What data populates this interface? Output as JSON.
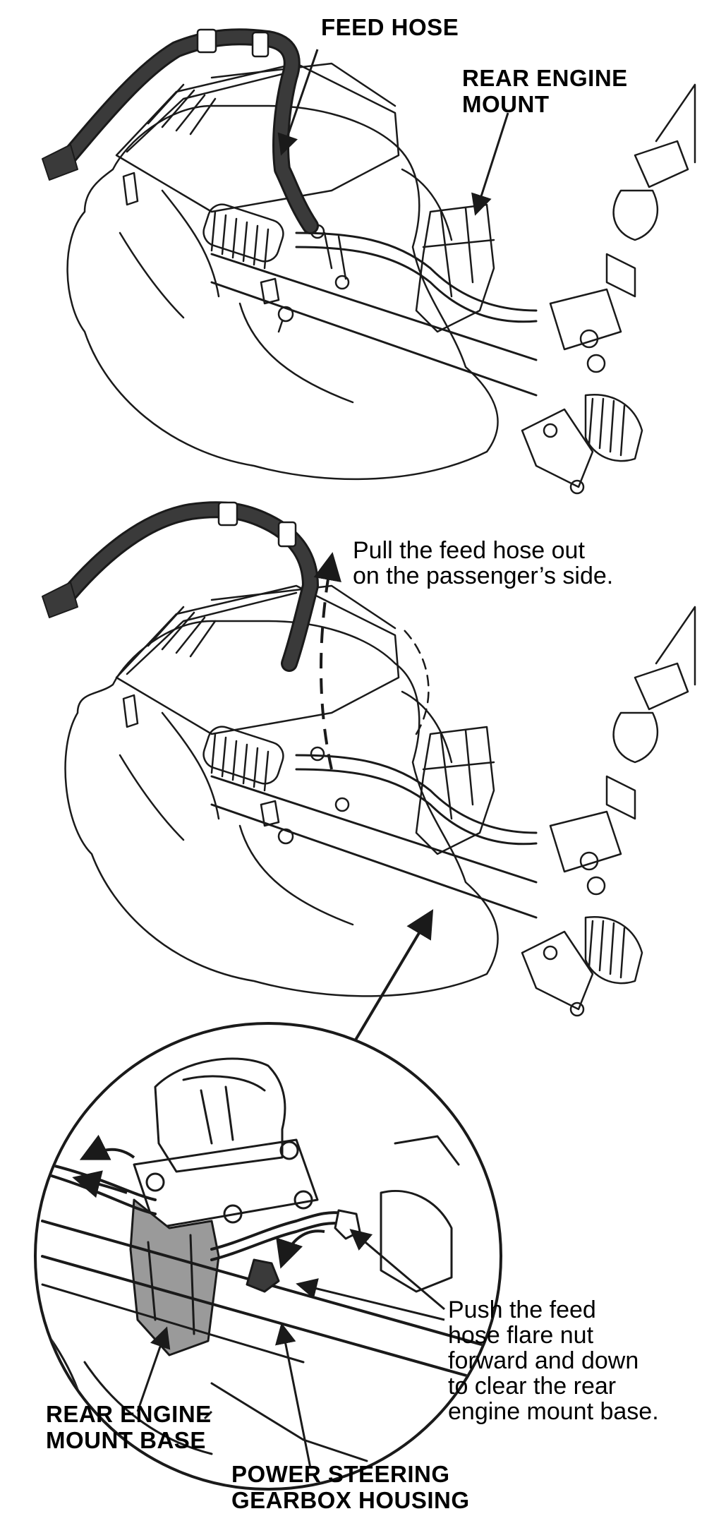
{
  "panel_top": {
    "labels": {
      "feed_hose": "FEED HOSE",
      "rear_engine_mount_line1": "REAR ENGINE",
      "rear_engine_mount_line2": "MOUNT"
    }
  },
  "panel_middle": {
    "instruction_line1": "Pull the feed hose out",
    "instruction_line2": "on the passenger’s side."
  },
  "panel_detail": {
    "instruction_line1": "Push the feed",
    "instruction_line2": "hose flare nut",
    "instruction_line3": "forward and down",
    "instruction_line4": "to clear the rear",
    "instruction_line5": "engine mount base.",
    "label_mount_base_line1": "REAR ENGINE",
    "label_mount_base_line2": "MOUNT BASE",
    "label_gearbox_line1": "POWER STEERING",
    "label_gearbox_line2": "GEARBOX HOUSING"
  },
  "colors": {
    "line": "#1a1a1a",
    "hose_fill": "#3a3a3a",
    "mount_base_fill": "#9a9a9a",
    "background": "#ffffff"
  }
}
